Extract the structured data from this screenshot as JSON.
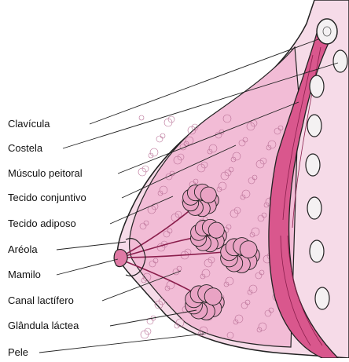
{
  "labels": [
    {
      "key": "clavicula",
      "text": "Clavícula"
    },
    {
      "key": "costela",
      "text": "Costela"
    },
    {
      "key": "musculo",
      "text": "Músculo peitoral"
    },
    {
      "key": "conjuntivo",
      "text": "Tecido conjuntivo"
    },
    {
      "key": "adiposo",
      "text": "Tecido adiposo"
    },
    {
      "key": "areola",
      "text": "Aréola"
    },
    {
      "key": "mamilo",
      "text": "Mamilo"
    },
    {
      "key": "canal",
      "text": "Canal lactífero"
    },
    {
      "key": "glandula",
      "text": "Glândula láctea"
    },
    {
      "key": "pele",
      "text": "Pele"
    }
  ],
  "colors": {
    "muscle": "#d9578d",
    "tissue": "#f2bcd6",
    "gland": "#e9a3c4",
    "outline": "#222222",
    "bone": "#f4f1f2"
  }
}
